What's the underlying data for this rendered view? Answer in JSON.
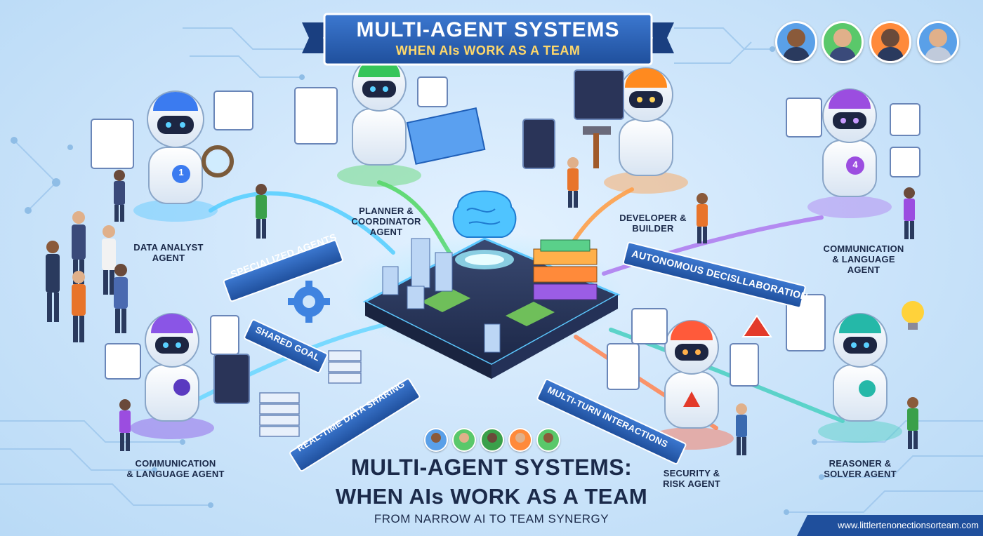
{
  "header": {
    "title": "MULTI-AGENT SYSTEMS",
    "subtitle": "WHEN AIs WORK AS A TEAM"
  },
  "agents": [
    {
      "label_line1": "DATA ANALYST",
      "label_line2": "AGENT",
      "badge": "1",
      "brain_color": "#3b7bf0"
    },
    {
      "label_line1": "PLANNER &",
      "label_line2": "COORDINATOR",
      "label_line3": "AGENT",
      "brain_color": "#36c55a"
    },
    {
      "label_line1": "DEVELOPER &",
      "label_line2": "BUILDER",
      "brain_color": "#ff8a1f"
    },
    {
      "label_line1": "COMMUNICATION",
      "label_line2": "& LANGUAGE",
      "label_line3": "AGENT",
      "badge": "4",
      "brain_color": "#9b4de0"
    },
    {
      "label_line1": "COMMUNICATION",
      "label_line2": "& LANGUAGE AGENT",
      "brain_color": "#8a55e6"
    },
    {
      "label_line1": "SECURITY &",
      "label_line2": "RISK AGENT",
      "brain_color": "#ff5a3a"
    },
    {
      "label_line1": "REASONER &",
      "label_line2": "SOLVER AGENT",
      "brain_color": "#25b8a8"
    }
  ],
  "ribbons": {
    "specialized": "SPECIALIZED AGENTS",
    "autonomous": "AUTONOMOUS DECISLLABORATION",
    "shared_goal": "SHARED GOAL",
    "realtime": "REAL-TIME DATA SHARING",
    "multiturn": "MULTI-TURN INTERACTIONS"
  },
  "footer": {
    "title_line1": "MULTI-AGENT SYSTEMS:",
    "title_line2": "WHEN AIs WORK AS A TEAM",
    "tagline": "FROM NARROW AI TO TEAM SYNERGY",
    "url": "www.littlertenonectionsorteam.com"
  },
  "colors": {
    "navy": "#1b2a4a",
    "ribbon_blue": "#2b5fb0",
    "cyan": "#3fb6f5",
    "green": "#4ccf5a",
    "orange": "#ff9a3c",
    "purple": "#9b5de5",
    "red": "#ff5a4a"
  }
}
